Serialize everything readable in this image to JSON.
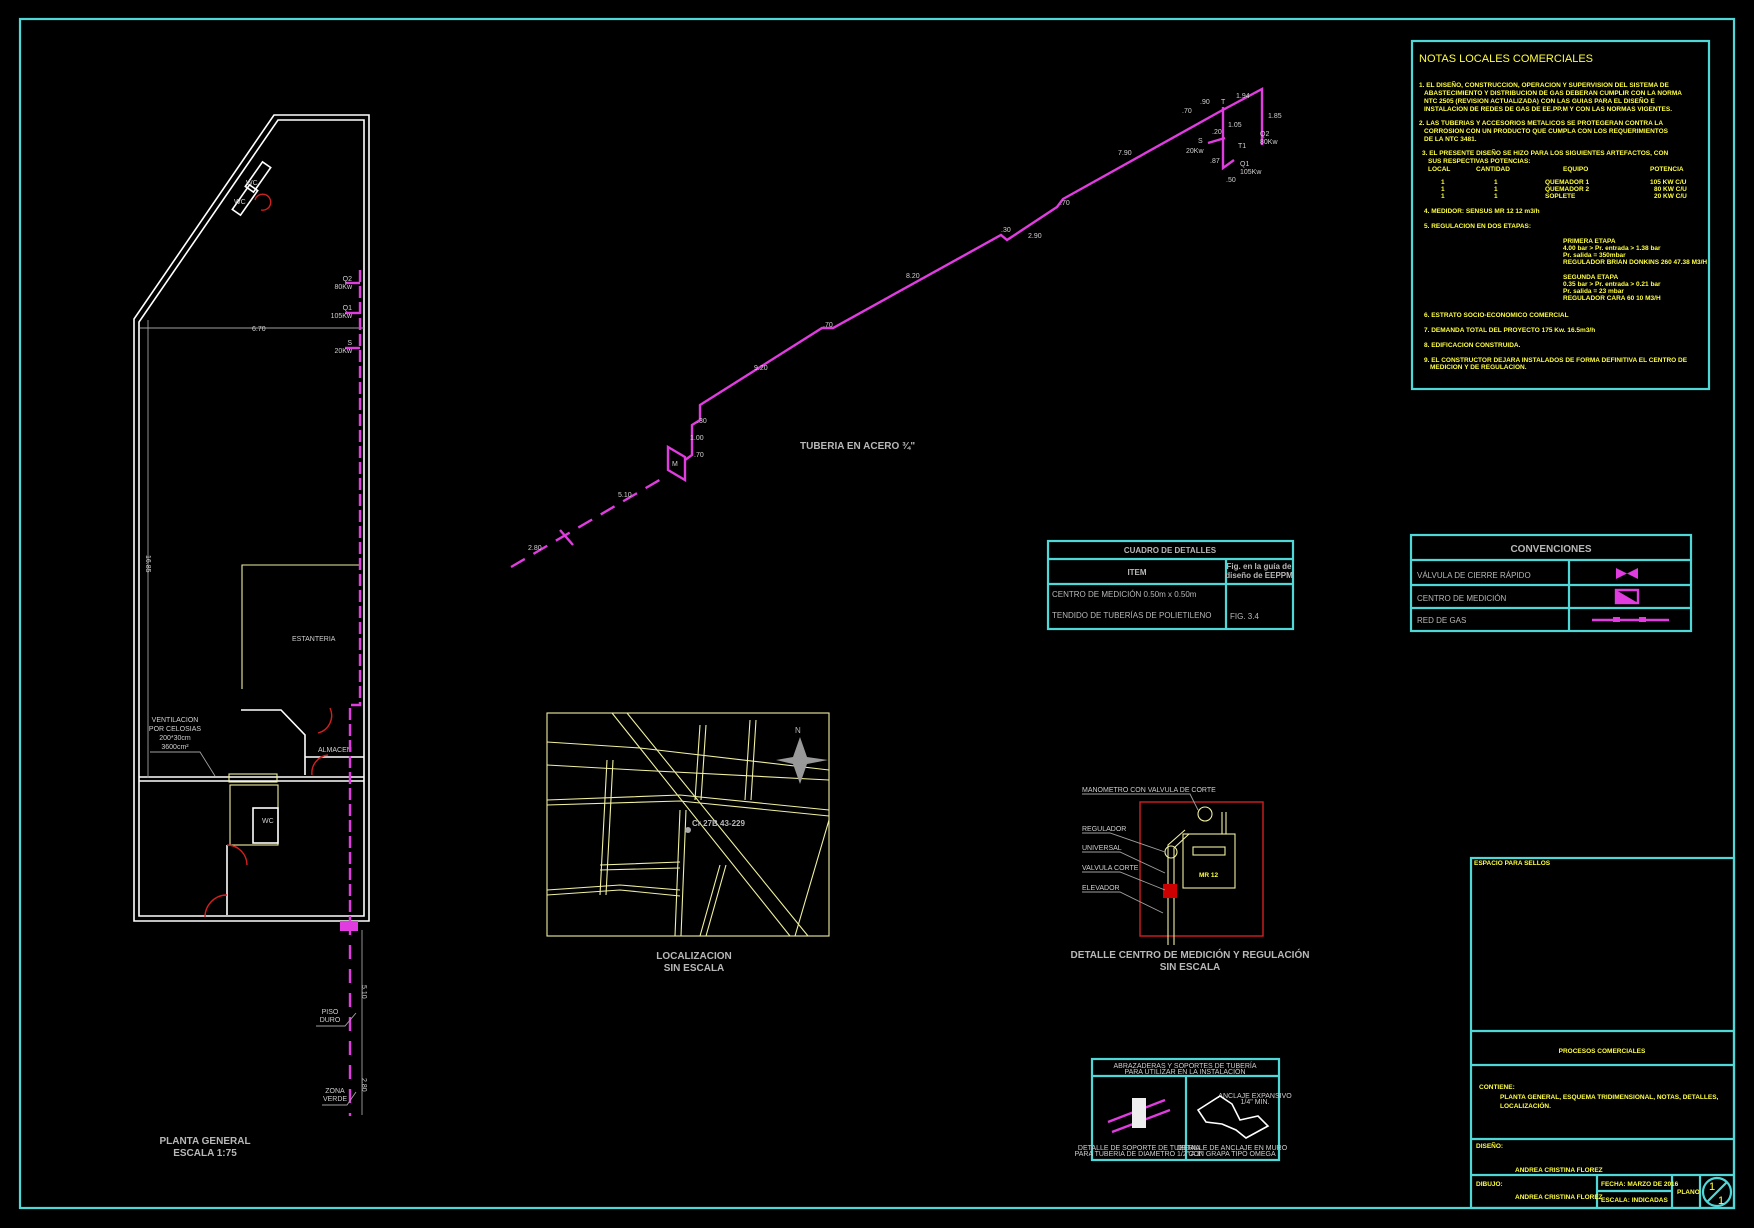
{
  "colors": {
    "border": "#4fd8d8",
    "gas_pipe": "#e03ce0",
    "notes_text": "#ffff40",
    "walls": "#ffffff",
    "doors": "#d02020"
  },
  "floor_plan": {
    "title": "PLANTA GENERAL",
    "scale": "ESCALA 1:75",
    "labels": {
      "wc1": "WC",
      "wc2": "WC",
      "wc3": "WC",
      "estanteria": "ESTANTERIA",
      "almacen": "ALMACEN",
      "ventilacion": [
        "VENTILACION",
        "POR CELOSIAS",
        "200*30cm",
        "3600cm²"
      ],
      "piso_duro": [
        "PISO",
        "DURO"
      ],
      "zona_verde": [
        "ZONA",
        "VERDE"
      ]
    },
    "equipment": [
      {
        "name": "Q2",
        "power": "80Kw"
      },
      {
        "name": "Q1",
        "power": "105Kw"
      },
      {
        "name": "S",
        "power": "20Kw"
      }
    ],
    "dimensions": {
      "width": "6.70",
      "length": "16.85",
      "ext1": "5.10",
      "ext2": "2.80"
    }
  },
  "isometric": {
    "title": "TUBERIA EN ACERO ¾\"",
    "meter_label": "M",
    "dims": [
      "2.80",
      "5.10",
      ".70",
      ".30",
      "1.00",
      "9.20",
      ".70",
      "8.20",
      ".30",
      "2.90",
      ".70",
      "7.90",
      ".70",
      ".90",
      "1.94",
      "1.85",
      "1.05",
      ".20",
      ".87",
      ".50"
    ],
    "nodes": {
      "t": "T",
      "t1": "T1",
      "s": "S",
      "s_power": "20Kw",
      "q1": "Q1",
      "q1_power": "105Kw",
      "q2": "Q2",
      "q2_power": "80Kw"
    }
  },
  "notes": {
    "title": "NOTAS  LOCALES  COMERCIALES",
    "n1": [
      "1. EL DISEÑO, CONSTRUCCION, OPERACION Y SUPERVISION DEL SISTEMA DE",
      "ABASTECIMIENTO Y DISTRIBUCION DE GAS DEBERAN CUMPLIR CON LA NORMA",
      "NTC 2505 (REVISION ACTUALIZADA) CON LAS GUIAS PARA EL DISEÑO E",
      "INSTALACION DE REDES DE GAS DE EE.PP.M Y CON LAS NORMAS VIGENTES."
    ],
    "n2": [
      "2. LAS TUBERIAS Y ACCESORIOS METALICOS SE PROTEGERAN CONTRA LA",
      "CORROSION CON UN PRODUCTO QUE CUMPLA CON LOS REQUERIMIENTOS",
      "DE LA NTC 3481."
    ],
    "n3": [
      "3. EL PRESENTE DISEÑO SE HIZO PARA LOS SIGUIENTES ARTEFACTOS, CON",
      "SUS RESPECTIVAS POTENCIAS:"
    ],
    "equip_headers": [
      "LOCAL",
      "CANTIDAD",
      "EQUIPO",
      "POTENCIA"
    ],
    "equip_rows": [
      [
        "1",
        "1",
        "QUEMADOR 1",
        "105 KW C/U"
      ],
      [
        "1",
        "1",
        "QUEMADOR 2",
        "80 KW C/U"
      ],
      [
        "1",
        "1",
        "SOPLETE",
        "20 KW C/U"
      ]
    ],
    "n4": "4. MEDIDOR:   SENSUS MR 12   12 m3/h",
    "n5": "5. REGULACION EN DOS ETAPAS:",
    "stage1": [
      "PRIMERA ETAPA",
      "4.00 bar > Pr. entrada > 1.38 bar",
      "Pr. salida = 350mbar",
      "REGULADOR BRIAN DONKINS 260 47.38 M3/H"
    ],
    "stage2": [
      "SEGUNDA ETAPA",
      "0.35 bar > Pr. entrada > 0.21 bar",
      "Pr. salida = 23 mbar",
      "REGULADOR CARA 60  10 M3/H"
    ],
    "n6": "6. ESTRATO SOCIO-ECONOMICO COMERCIAL",
    "n7": "7. DEMANDA TOTAL DEL PROYECTO 175 Kw. 16.5m3/h",
    "n8": "8. EDIFICACION CONSTRUIDA.",
    "n9": [
      "9. EL CONSTRUCTOR DEJARA INSTALADOS DE FORMA DEFINITIVA EL CENTRO DE",
      "MEDICION Y DE REGULACION."
    ]
  },
  "conventions": {
    "title": "CONVENCIONES",
    "rows": [
      {
        "label": "VÁLVULA DE CIERRE RÁPIDO",
        "icon": "bowtie-valve"
      },
      {
        "label": "CENTRO DE MEDICIÓN",
        "icon": "meter-box"
      },
      {
        "label": "RED DE GAS",
        "icon": "gas-line"
      }
    ]
  },
  "details_table": {
    "title": "CUADRO DE DETALLES",
    "col_item": "ITEM",
    "col_fig": [
      "Fig. en la guía de",
      "diseño de EEPPM"
    ],
    "rows": [
      {
        "item": "CENTRO DE MEDICIÓN 0.50m x 0.50m",
        "fig": ""
      },
      {
        "item": "TENDIDO DE TUBERÍAS DE POLIETILENO",
        "fig": "FIG. 3.4"
      }
    ]
  },
  "location": {
    "title": "LOCALIZACION",
    "scale": "SIN ESCALA",
    "address": "Cr 27B 43-229",
    "north": "N"
  },
  "meter_detail": {
    "title": "DETALLE CENTRO DE MEDICIÓN Y REGULACIÓN",
    "scale": "SIN ESCALA",
    "labels": [
      "MANOMETRO CON VALVULA DE CORTE",
      "REGULADOR",
      "UNIVERSAL",
      "VALVULA CORTE",
      "ELEVADOR"
    ],
    "meter_text": "MR 12"
  },
  "supports": {
    "title": [
      "ABRAZADERAS Y SOPORTES DE TUBERÍA",
      "PARA UTILIZAR EN LA INSTALACIÓN"
    ],
    "left_caption": [
      "DETALLE DE SOPORTE DE TUBERIA",
      "PARA TUBERIA DE DIAMETRO 1/2\" A 1\""
    ],
    "right_caption": [
      "DETALLE DE ANCLAJE EN MURO",
      "CON GRAPA TIPO OMEGA"
    ],
    "right_label": [
      "ANCLAJE EXPANSIVO",
      "1/4\" MIN."
    ]
  },
  "title_block": {
    "stamps": "ESPACIO PARA SELLOS",
    "project": "PROCESOS COMERCIALES",
    "contains_label": "CONTIENE:",
    "contains": [
      "PLANTA GENERAL, ESQUEMA TRIDIMENSIONAL, NOTAS, DETALLES,",
      "LOCALIZACIÓN."
    ],
    "design_label": "DISEÑO:",
    "designer": "ANDREA CRISTINA FLOREZ",
    "drawing_label": "DIBUJO:",
    "drafter": "ANDREA CRISTINA FLOREZ",
    "date": "FECHA: MARZO DE 2016",
    "scale": "ESCALA: INDICADAS",
    "sheet_label": "PLANO",
    "sheet_num": "1",
    "sheet_total": "1"
  }
}
